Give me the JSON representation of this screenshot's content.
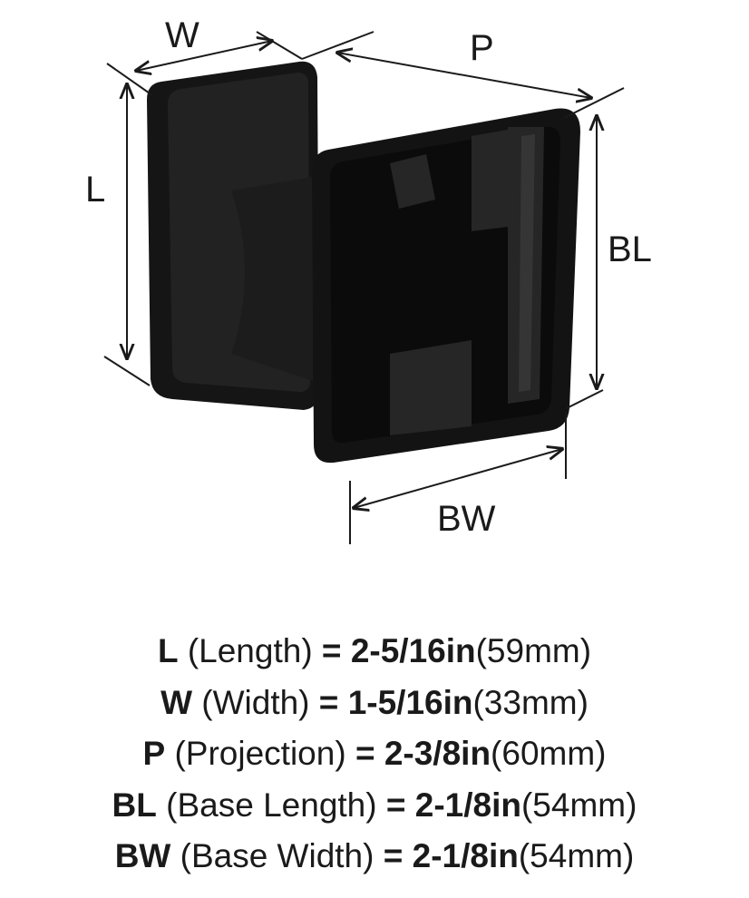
{
  "diagram": {
    "labels": {
      "W": "W",
      "P": "P",
      "L": "L",
      "BL": "BL",
      "BW": "BW"
    },
    "colors": {
      "product": "#141414",
      "edge": "#2e2e2e",
      "line": "#1a1a1a"
    }
  },
  "specs": [
    {
      "code": "L",
      "name": "(Length)",
      "eq": "=",
      "imperial": "2-5/16in",
      "metric": "(59mm)"
    },
    {
      "code": "W",
      "name": "(Width)",
      "eq": "=",
      "imperial": "1-5/16in",
      "metric": "(33mm)"
    },
    {
      "code": "P",
      "name": "(Projection)",
      "eq": "=",
      "imperial": "2-3/8in",
      "metric": "(60mm)"
    },
    {
      "code": "BL",
      "name": "(Base Length)",
      "eq": "=",
      "imperial": "2-1/8in",
      "metric": "(54mm)"
    },
    {
      "code": "BW",
      "name": "(Base Width)",
      "eq": "=",
      "imperial": "2-1/8in",
      "metric": "(54mm)"
    }
  ]
}
